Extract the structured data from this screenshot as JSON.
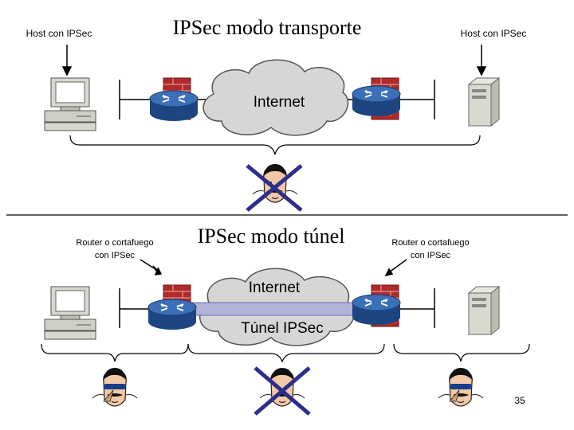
{
  "top": {
    "title": "IPSec modo transporte",
    "left_label": "Host con IPSec",
    "right_label": "Host con IPSec",
    "cloud_label": "Internet"
  },
  "bottom": {
    "title": "IPSec modo túnel",
    "left_label_line1": "Router o cortafuego",
    "left_label_line2": "con IPSec",
    "right_label_line1": "Router o cortafuego",
    "right_label_line2": "con IPSec",
    "cloud_label": "Internet",
    "tunnel_label": "Túnel IPSec"
  },
  "page_number": "35",
  "colors": {
    "cloud": "#d6d6d6",
    "router": "#2c5a9a",
    "brick": "#b02a2a",
    "tunnel": "#b3b3dc",
    "cross": "#2e2e8a"
  }
}
